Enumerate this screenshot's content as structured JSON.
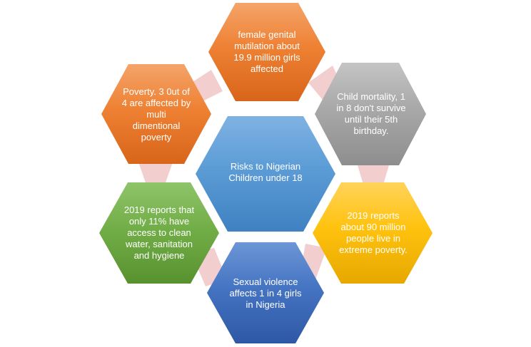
{
  "diagram": {
    "center": {
      "label": "Risks to Nigerian\nChildren under 18",
      "color": "#5B9BD5"
    },
    "nodes": {
      "top": {
        "label": "female genital\nmutilation about\n19.9 million girls\naffected",
        "color": "#ED7D31"
      },
      "top_left": {
        "label": "Poverty. 3 0ut of\n4 are affected by\nmulti\ndimentional\npoverty",
        "color": "#ED7D31"
      },
      "top_right": {
        "label": "Child mortality, 1\nin 8 don't survive\nuntil their 5th\nbirthday.",
        "color": "#A5A5A5"
      },
      "right": {
        "label": "2019  reports\nabout 90  million\npeople live in\nextreme poverty.",
        "color": "#FFC000"
      },
      "bottom": {
        "label": "Sexual violence\naffects 1 in 4 girls\nin Nigeria",
        "color": "#4472C4"
      },
      "left": {
        "label": "2019  reports that\nonly 11% have\naccess to clean\nwater, sanitation\nand hygiene",
        "color": "#70AD47"
      }
    },
    "connector_color": "#F4CCCC"
  }
}
